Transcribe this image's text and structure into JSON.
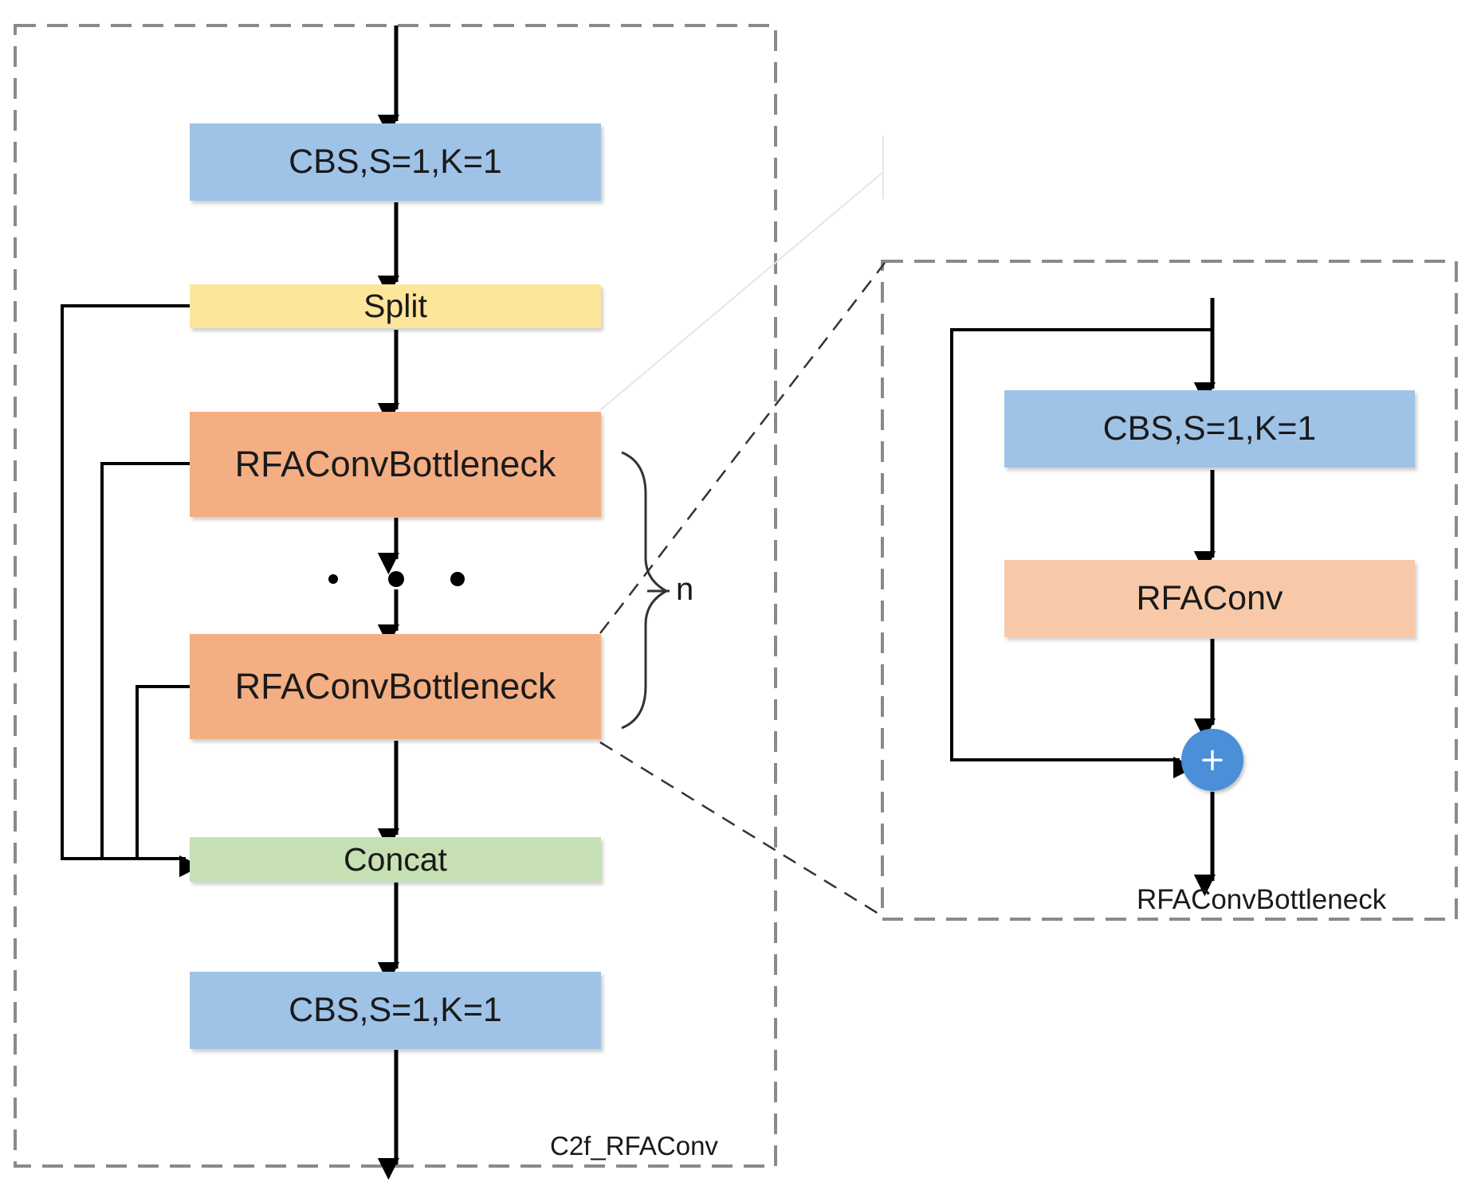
{
  "main_block": {
    "title": "C2f_RFAConv",
    "cbs_top": "CBS,S=1,K=1",
    "split": "Split",
    "bottleneck_1": "RFAConvBottleneck",
    "bottleneck_2": "RFAConvBottleneck",
    "repeat_label": "n",
    "concat": "Concat",
    "cbs_bottom": "CBS,S=1,K=1"
  },
  "detail_block": {
    "title": "RFAConvBottleneck",
    "cbs": "CBS,S=1,K=1",
    "rfaconv": "RFAConv",
    "add_symbol": "+"
  },
  "colors": {
    "cbs": "#9fc3e7",
    "split": "#fde59a",
    "bottleneck": "#f3ae84",
    "rfaconv": "#f8c9a8",
    "concat": "#c6e0b4",
    "adder": "#4a8fd8"
  }
}
